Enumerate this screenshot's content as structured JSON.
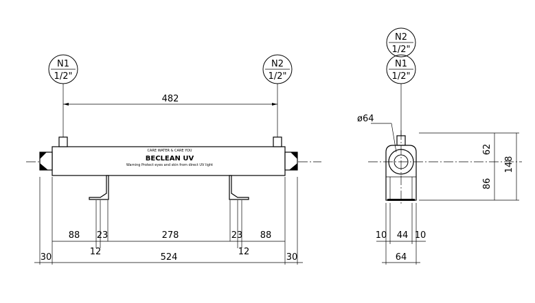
{
  "nozzles": {
    "front_left": {
      "name": "N1",
      "size": "1/2\""
    },
    "front_right": {
      "name": "N2",
      "size": "1/2\""
    },
    "side_top": {
      "name": "N2",
      "size": "1/2\""
    },
    "side_bottom": {
      "name": "N1",
      "size": "1/2\""
    }
  },
  "label": {
    "tagline": "CARE WATER & CARE YOU",
    "brand": "BECLEAN UV",
    "warning": "Warning Protect eyes and skin from direct UV light"
  },
  "front_dims": {
    "nozzle_spacing": "482",
    "left_end": "88",
    "left_bracket": "23",
    "middle": "278",
    "right_bracket": "23",
    "right_end": "88",
    "left_foot": "12",
    "right_foot": "12",
    "left_cap": "30",
    "total": "524",
    "right_cap": "30"
  },
  "side_dims": {
    "diameter": "ø64",
    "upper": "62",
    "lower": "86",
    "height": "148",
    "left_edge": "10",
    "center": "44",
    "right_edge": "10",
    "width": "64"
  }
}
